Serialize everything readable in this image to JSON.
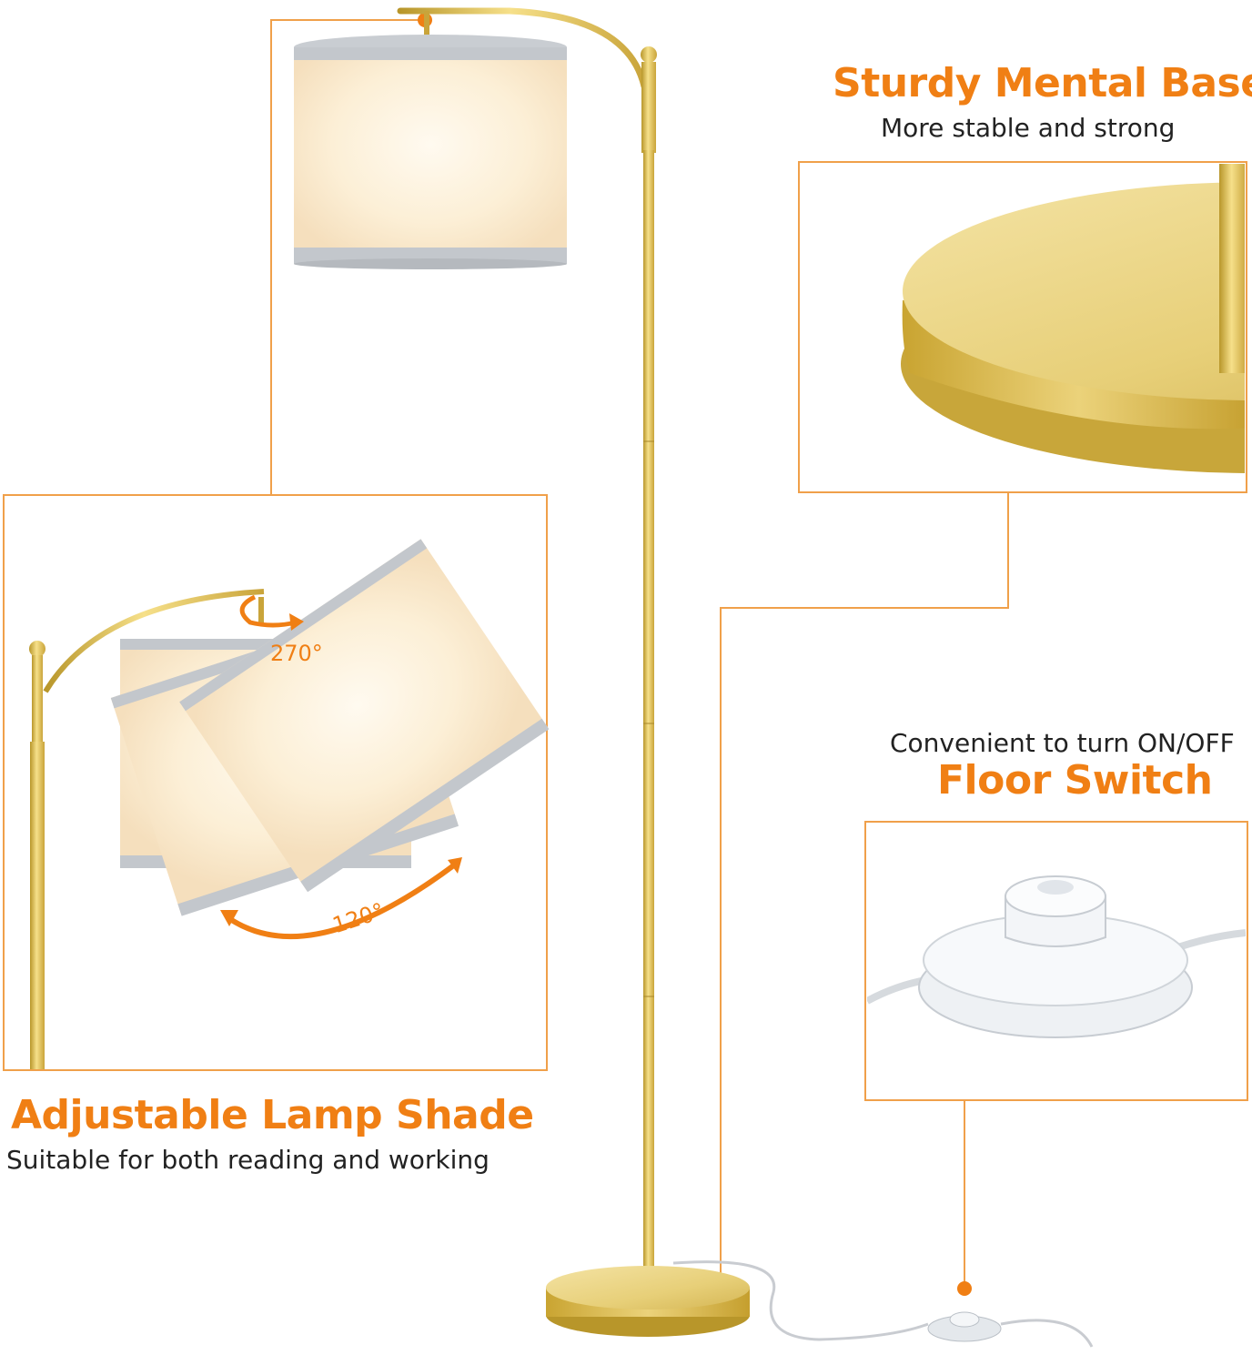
{
  "colors": {
    "accent_orange": "#f07f14",
    "gold": "#d8b93a",
    "shade_warm": "#fbe9cc",
    "shade_trim": "#b9bec4"
  },
  "features": {
    "base": {
      "title": "Sturdy Mental Base",
      "subtitle": "More stable and strong"
    },
    "switch": {
      "subtitle": "Convenient to turn ON/OFF",
      "title": "Floor Switch"
    },
    "shade": {
      "title": "Adjustable Lamp Shade",
      "subtitle": "Suitable for both reading and working",
      "rotation_label": "270°",
      "tilt_label": "120°"
    }
  }
}
